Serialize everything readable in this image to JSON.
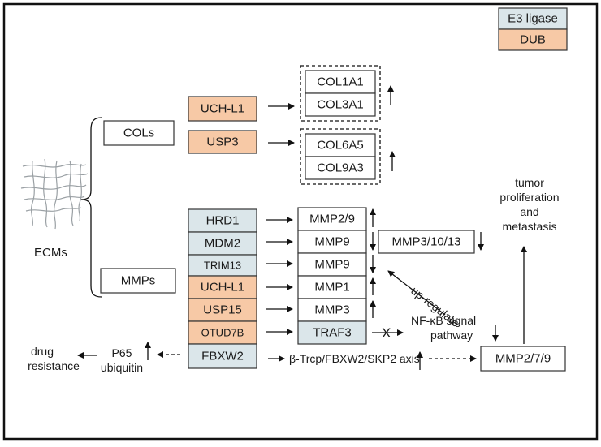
{
  "colors": {
    "e3_ligase": "#dbe6ea",
    "dub": "#f7c9a6",
    "plain": "#ffffff",
    "grey_box": "#dbe6ea"
  },
  "legend": {
    "e3": "E3 ligase",
    "dub": "DUB"
  },
  "ecms": "ECMs",
  "cols": "COLs",
  "mmps": "MMPs",
  "col_regulators": [
    "UCH-L1",
    "USP3"
  ],
  "col_group1": [
    "COL1A1",
    "COL3A1"
  ],
  "col_group2": [
    "COL6A5",
    "COL9A3"
  ],
  "mmp_regulators": [
    "HRD1",
    "MDM2",
    "TRIM13",
    "UCH-L1",
    "USP15",
    "OTUD7B",
    "FBXW2"
  ],
  "mmp_targets": [
    "MMP2/9",
    "MMP9",
    "MMP9",
    "MMP1",
    "MMP3",
    "TRAF3"
  ],
  "mmp3_10_13": "MMP3/10/13",
  "outcome": {
    "line1": "tumor",
    "line2": "proliferation",
    "line3": "and",
    "line4": "metastasis"
  },
  "nfkb": {
    "line1": "NF-κB signal",
    "line2": "pathway"
  },
  "upregulate": "up-regulate",
  "axis": "β-Trcp/FBXW2/SKP2 axis",
  "mmp279": "MMP2/7/9",
  "p65": {
    "line1": "P65",
    "line2": "ubiquitin"
  },
  "drug": {
    "line1": "drug",
    "line2": "resistance"
  },
  "block_mark": "X"
}
